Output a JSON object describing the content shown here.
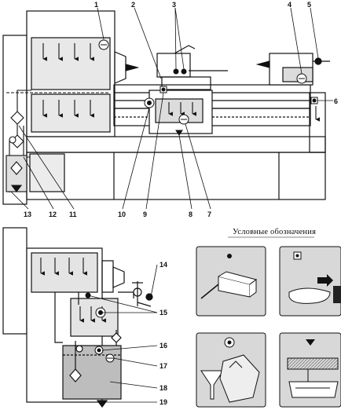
{
  "legend": {
    "title": "Условные обозначения"
  },
  "callouts": {
    "n1": "1",
    "n2": "2",
    "n3": "3",
    "n4": "4",
    "n5": "5",
    "n6": "6",
    "n7": "7",
    "n8": "8",
    "n9": "9",
    "n10": "10",
    "n11": "11",
    "n12": "12",
    "n13": "13",
    "n14": "14",
    "n15": "15",
    "n16": "16",
    "n17": "17",
    "n18": "18",
    "n19": "19"
  },
  "symbols": {
    "dot": "filled-dot-symbol",
    "square_dot": "square-dot-symbol",
    "ring_dot": "ring-dot-symbol",
    "triangle": "down-triangle-symbol"
  },
  "colors": {
    "ink": "#111111",
    "oil_fill": "#bdbdbd",
    "panel_fill": "#dadada",
    "light_fill": "#eeeeee"
  }
}
